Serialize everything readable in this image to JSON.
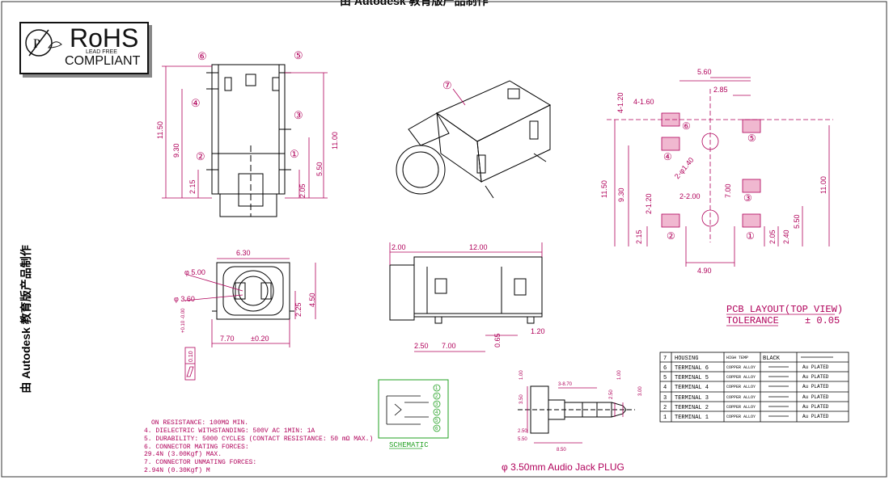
{
  "watermark": "由 Autodesk 教育版产品制作",
  "rohs": {
    "title": "RoHS",
    "subtitle": "LEAD FREE",
    "compliant": "COMPLIANT"
  },
  "front_view": {
    "callouts": [
      "①",
      "②",
      "③",
      "④",
      "⑤",
      "⑥"
    ],
    "dims": {
      "h_total": "11.50",
      "h_inner": "9.30",
      "h_right": "11.00",
      "d215": "2.15",
      "d205": "2.05",
      "d550": "5.50"
    }
  },
  "iso_view": {
    "callout": "⑦"
  },
  "pcb_layout": {
    "dims": {
      "w560": "5.60",
      "w285": "2.85",
      "d4x120": "4-1.20",
      "d4x160": "4-1.60",
      "hole": "2-φ1.40",
      "d700": "7.00",
      "d2x120": "2-1.20",
      "d2x200": "2-2.00",
      "h1150": "11.50",
      "h930": "9.30",
      "h1100": "11.00",
      "d550": "5.50",
      "d215": "2.15",
      "d205": "2.05",
      "d240": "2.40",
      "w490": "4.90"
    },
    "pads": [
      "①",
      "②",
      "③",
      "④",
      "⑤",
      "⑥"
    ],
    "title": "PCB LAYOUT(TOP VIEW)",
    "tolerance_label": "TOLERANCE",
    "tolerance_value": "± 0.05"
  },
  "end_view": {
    "dims": {
      "w630": "6.30",
      "d500": "φ 5.00",
      "d360": "φ 3.60",
      "h225": "2.25",
      "h450": "4.50",
      "w770": "7.70",
      "d020": "±0.20",
      "tol": "+0.10 -0.00",
      "flat": "0.10"
    }
  },
  "side_view": {
    "dims": {
      "w200": "2.00",
      "w1200": "12.00",
      "w250": "2.50",
      "w700": "7.00",
      "w065": "0.65",
      "w120": "1.20"
    }
  },
  "notes": {
    "lines": [
      "ON RESISTANCE: 100MΩ MIN.",
      "4. DIELECTRIC WITHSTANDING: 500V AC 1MIN: 1A",
      "5. DURABILITY: 5000 CYCLES (CONTACT RESISTANCE: 50 mΩ MAX.)",
      "6. CONNECTOR MATING FORCES:",
      "   29.4N (3.00Kgf) MAX.",
      "7. CONNECTOR UNMATING FORCES:",
      "   2.94N (0.30Kgf) M"
    ]
  },
  "schematic": {
    "label": "SCHEMATIC",
    "pins": [
      "1",
      "2",
      "3",
      "4",
      "5",
      "6"
    ]
  },
  "plug": {
    "caption": "φ 3.50mm Audio Jack PLUG",
    "dims": {
      "d350": "3.50",
      "d250": "2.50",
      "d300": "3.00",
      "w870": "3-8.70",
      "d250b": "2.50",
      "d550": "5.50",
      "w850": "8.50",
      "l": "1.00",
      "r": "1.00"
    }
  },
  "bom": {
    "rows": [
      {
        "no": "7",
        "name": "HOUSING",
        "material": "HIGH TEMP",
        "finish1": "BLACK",
        "finish2": ""
      },
      {
        "no": "6",
        "name": "TERMINAL 6",
        "material": "COPPER ALLOY",
        "finish1": "",
        "finish2": "Au PLATED"
      },
      {
        "no": "5",
        "name": "TERMINAL 5",
        "material": "COPPER ALLOY",
        "finish1": "",
        "finish2": "Au PLATED"
      },
      {
        "no": "4",
        "name": "TERMINAL 4",
        "material": "COPPER ALLOY",
        "finish1": "",
        "finish2": "Au PLATED"
      },
      {
        "no": "3",
        "name": "TERMINAL 3",
        "material": "COPPER ALLOY",
        "finish1": "",
        "finish2": "Au PLATED"
      },
      {
        "no": "2",
        "name": "TERMINAL 2",
        "material": "COPPER ALLOY",
        "finish1": "",
        "finish2": "Au PLATED"
      },
      {
        "no": "1",
        "name": "TERMINAL 1",
        "material": "COPPER ALLOY",
        "finish1": "",
        "finish2": "Au PLATED"
      }
    ]
  },
  "colors": {
    "dim": "#b0005a",
    "pad": "#c0306a",
    "schematic": "#22a022",
    "line": "#000000"
  }
}
